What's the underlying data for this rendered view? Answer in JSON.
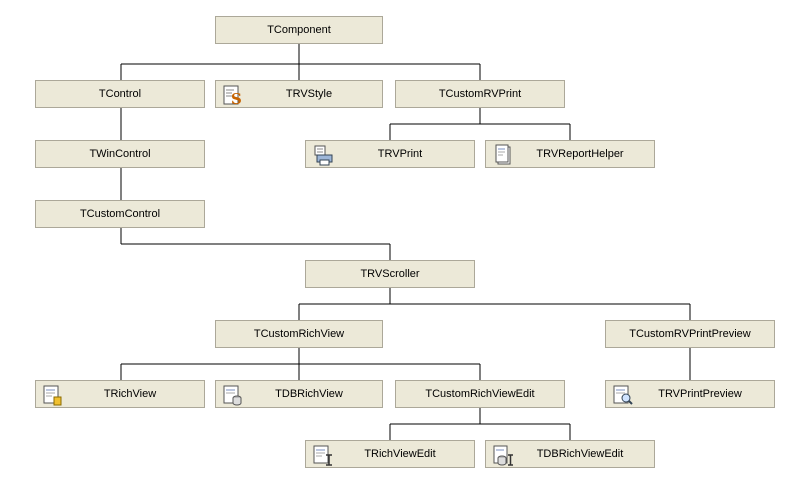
{
  "nodes": {
    "tcomponent": "TComponent",
    "tcontrol": "TControl",
    "trvstyle": "TRVStyle",
    "tcustomrvprint": "TCustomRVPrint",
    "twincontrol": "TWinControl",
    "trvprint": "TRVPrint",
    "trvreporthelper": "TRVReportHelper",
    "tcustomcontrol": "TCustomControl",
    "trvscroller": "TRVScroller",
    "tcustomrichview": "TCustomRichView",
    "tcustomrvprintpreview": "TCustomRVPrintPreview",
    "trichview": "TRichView",
    "tdbrichview": "TDBRichView",
    "tcustomrichviewedit": "TCustomRichViewEdit",
    "trvprintpreview": "TRVPrintPreview",
    "trichviewedit": "TRichViewEdit",
    "tdbrichviewedit": "TDBRichViewEdit"
  },
  "icons": {
    "trvstyle": "style-component-icon",
    "trvprint": "printer-component-icon",
    "trvreporthelper": "report-document-icon",
    "trichview": "richview-component-icon",
    "tdbrichview": "db-richview-component-icon",
    "trvprintpreview": "print-preview-icon",
    "trichviewedit": "richview-edit-icon",
    "tdbrichviewedit": "db-richview-edit-icon"
  },
  "colors": {
    "node_fill": "#ece9d8",
    "node_border": "#aca899",
    "connector": "#000000"
  }
}
